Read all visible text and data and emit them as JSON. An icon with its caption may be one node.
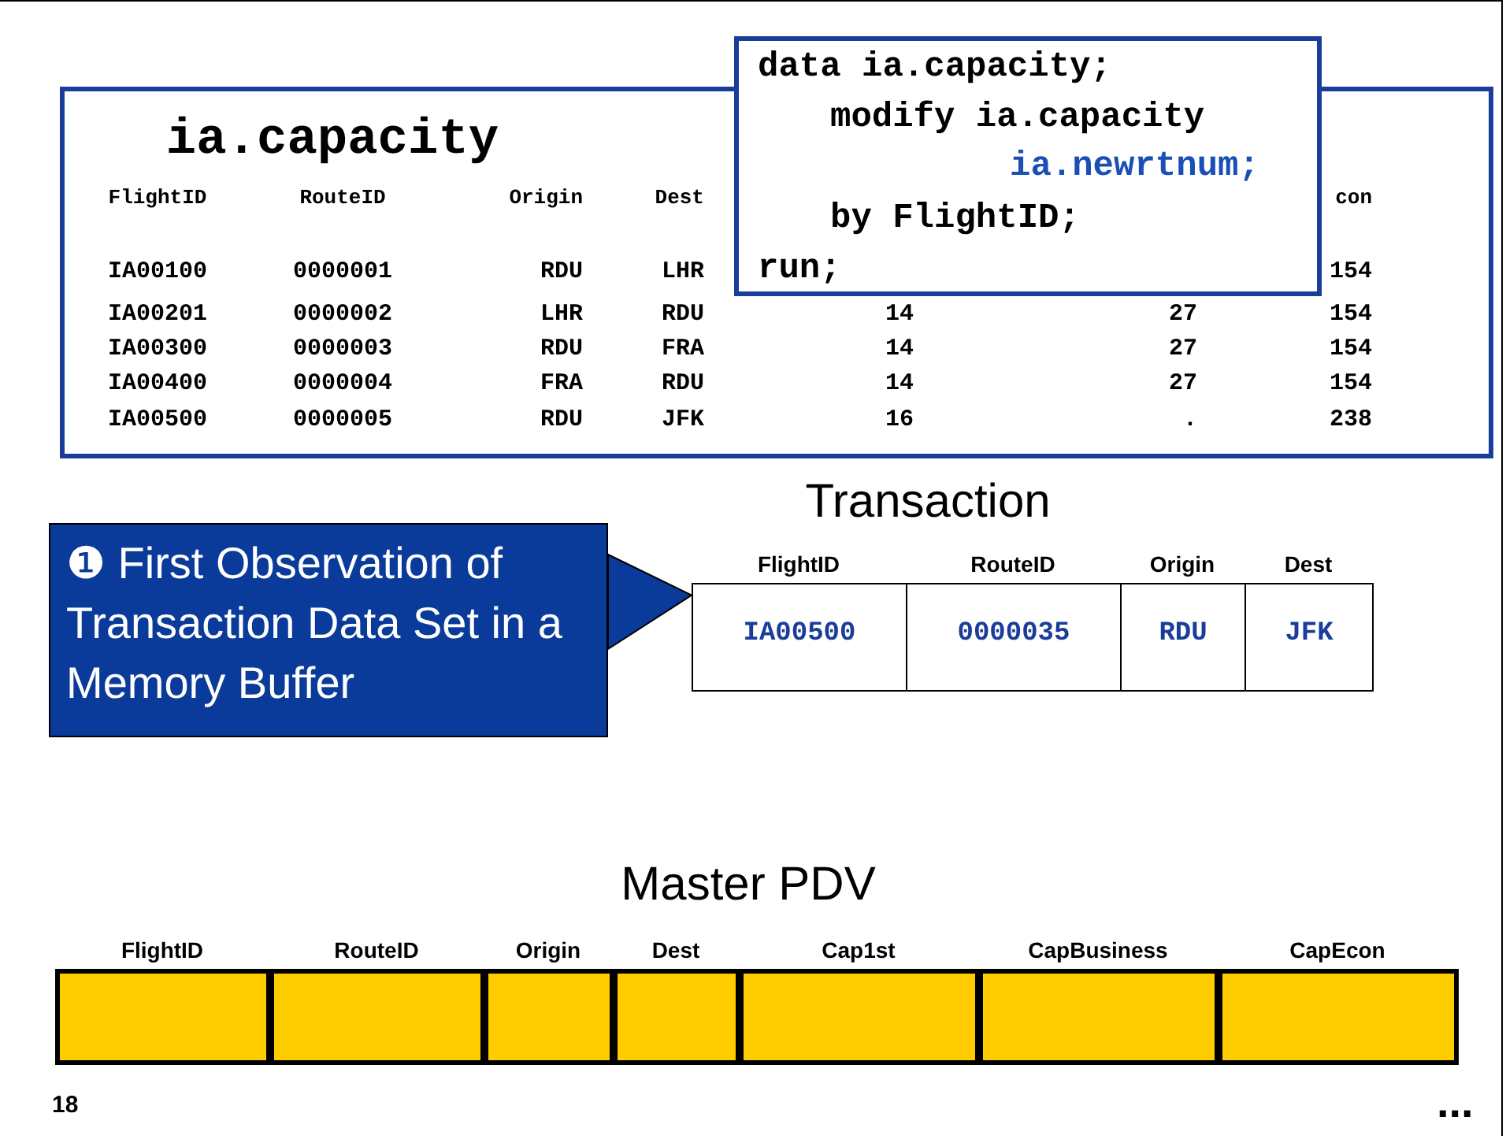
{
  "diagram": {
    "nodes": [
      {
        "text": [
          "ia.capacity"
        ]
      },
      {
        "text": [
          "data ia.capacity;",
          "modify ia.capacity",
          "ia.newrtnum;",
          "by FlightID;",
          "run;"
        ]
      },
      {
        "text": [
          "❶ First Observation of Transaction Data Set in a Memory Buffer"
        ]
      },
      {
        "text": [
          "Transaction"
        ]
      },
      {
        "text": [
          "FlightID",
          "IA00500"
        ],
        "in": 3
      },
      {
        "text": [
          "RouteID",
          "0000035"
        ],
        "in": 3
      },
      {
        "text": [
          "Origin",
          "RDU"
        ],
        "in": 3
      },
      {
        "text": [
          "Dest",
          "JFK"
        ],
        "in": 3
      },
      {
        "text": [
          "Master PDV"
        ]
      },
      {
        "text": [
          "FlightID"
        ],
        "in": 8
      },
      {
        "text": [
          "RouteID"
        ],
        "in": 8
      },
      {
        "text": [
          "Origin"
        ],
        "in": 8
      },
      {
        "text": [
          "Dest"
        ],
        "in": 8
      },
      {
        "text": [
          "Cap1st"
        ],
        "in": 8
      },
      {
        "text": [
          "CapBusiness"
        ],
        "in": 8
      },
      {
        "text": [
          "CapEcon"
        ],
        "in": 8
      }
    ],
    "edges": [
      {
        "from": 2,
        "to": 3,
        "arrow": "to"
      }
    ],
    "labels": [
      "FlightID",
      "RouteID",
      "Origin",
      "Dest",
      "con",
      "IA00100",
      "0000001",
      "RDU",
      "LHR",
      "154",
      "IA00201",
      "0000002",
      "LHR",
      "RDU",
      "14",
      "27",
      "154",
      "IA00300",
      "0000003",
      "RDU",
      "FRA",
      "14",
      "27",
      "154",
      "IA00400",
      "0000004",
      "FRA",
      "RDU",
      "14",
      "27",
      "154",
      "IA00500",
      "0000005",
      "RDU",
      "JFK",
      "16",
      ".",
      "238",
      "18",
      "..."
    ]
  }
}
